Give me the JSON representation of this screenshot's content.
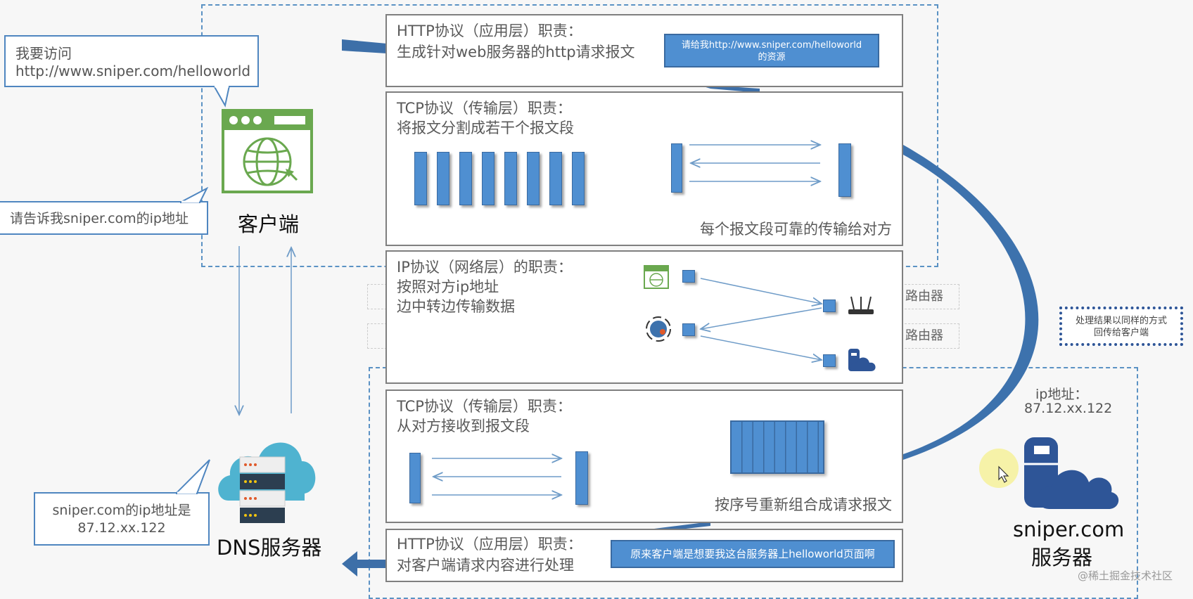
{
  "client": {
    "label": "客户端",
    "speech_line1": "我要访问",
    "speech_line2": "http://www.sniper.com/helloworld",
    "dns_request": "请告诉我sniper.com的ip地址"
  },
  "dns": {
    "label": "DNS服务器",
    "reply_line1": "sniper.com的ip地址是",
    "reply_line2": "87.12.xx.122"
  },
  "server": {
    "ip_label": "ip地址：",
    "ip_value": "87.12.xx.122",
    "name_line1": "sniper.com",
    "name_line2": "服务器",
    "return_note_line1": "处理结果以同样的方式",
    "return_note_line2": "回传给客户端"
  },
  "layers": {
    "http_top": {
      "title": "HTTP协议（应用层）职责：",
      "desc": "生成针对web服务器的http请求报文",
      "tag_line1": "请给我http://www.sniper.com/helloworld",
      "tag_line2": "的资源"
    },
    "tcp_top": {
      "title": "TCP协议（传输层）职责：",
      "desc": "将报文分割成若干个报文段",
      "caption": "每个报文段可靠的传输给对方"
    },
    "ip": {
      "title": "IP协议（网络层）的职责：",
      "desc_line1": "按照对方ip地址",
      "desc_line2": "边中转边传输数据",
      "router1": "路由器",
      "router2": "路由器"
    },
    "tcp_bottom": {
      "title": "TCP协议（传输层）职责：",
      "desc": "从对方接收到报文段",
      "caption": "按序号重新组合成请求报文"
    },
    "http_bottom": {
      "title": "HTTP协议（应用层）职责：",
      "desc": "对客户端请求内容进行处理",
      "tag": "原来客户端是想要我这台服务器上helloworld页面啊"
    }
  },
  "watermark": "@稀土掘金技术社区"
}
